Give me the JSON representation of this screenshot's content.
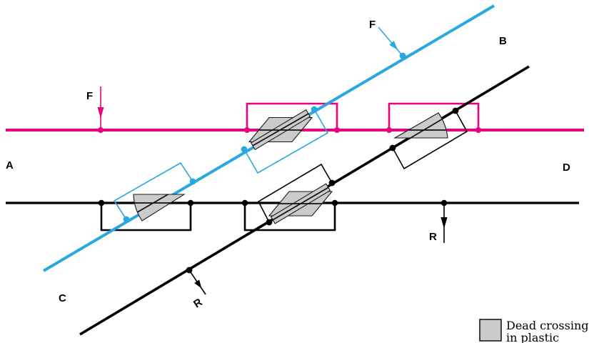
{
  "endpoint_labels": {
    "a": "A",
    "b": "B",
    "c": "C",
    "d": "D"
  },
  "feed_arrows": {
    "ad_wire_label": "F",
    "bc_wire_label": "F"
  },
  "return_arrows": {
    "bc_wire_label": "R",
    "ad_wire_label": "R"
  },
  "legend": {
    "line1": "Dead crossings",
    "line2": "in plastic"
  },
  "colors": {
    "magenta": "#e8007d",
    "cyan": "#29a8e0",
    "black": "#000000",
    "pad_gray": "#cbcbcb"
  }
}
